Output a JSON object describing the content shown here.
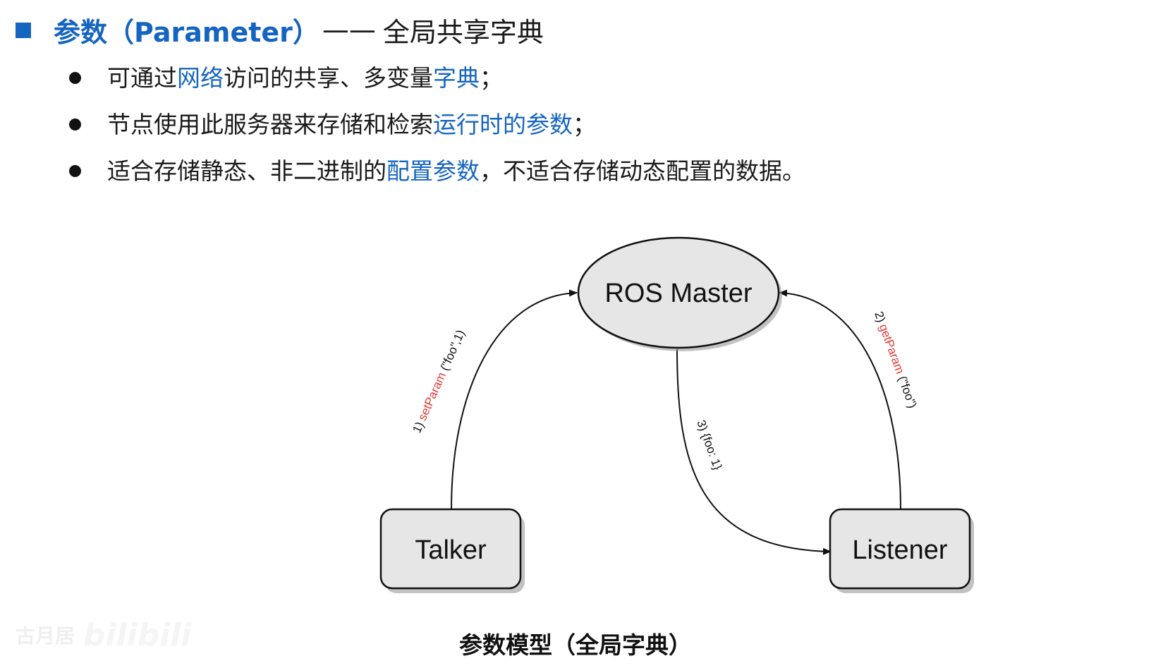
{
  "heading": {
    "blue": "参数（Parameter）",
    "dash": "——",
    "rest": "全局共享字典"
  },
  "bullets": [
    {
      "parts": [
        {
          "t": "可通过",
          "hl": false
        },
        {
          "t": "网络",
          "hl": true
        },
        {
          "t": "访问的共享、多变量",
          "hl": false
        },
        {
          "t": "字典",
          "hl": true
        },
        {
          "t": "；",
          "hl": false
        }
      ]
    },
    {
      "parts": [
        {
          "t": "节点使用此服务器来存储和检索",
          "hl": false
        },
        {
          "t": "运行时的参数",
          "hl": true
        },
        {
          "t": "；",
          "hl": false
        }
      ]
    },
    {
      "parts": [
        {
          "t": "适合存储静态、非二进制的",
          "hl": false
        },
        {
          "t": "配置参数",
          "hl": true
        },
        {
          "t": "，不适合存储动态配置的数据。",
          "hl": false
        }
      ]
    }
  ],
  "diagram": {
    "master_label": "ROS Master",
    "talker_label": "Talker",
    "listener_label": "Listener",
    "edge1": {
      "num": "1)",
      "call": "setParam",
      "args": " (\"foo\",1)"
    },
    "edge2": {
      "num": "2)",
      "call": "getParam",
      "args": " (\"foo\")"
    },
    "edge3": {
      "label": "3) {foo: 1}"
    }
  },
  "caption": "参数模型（全局字典）",
  "watermark": {
    "text": "古月居",
    "logo": "bilibili"
  },
  "colors": {
    "accent": "#1565c0",
    "call_red": "#e53935",
    "node_fill": "#e6e6e6"
  }
}
